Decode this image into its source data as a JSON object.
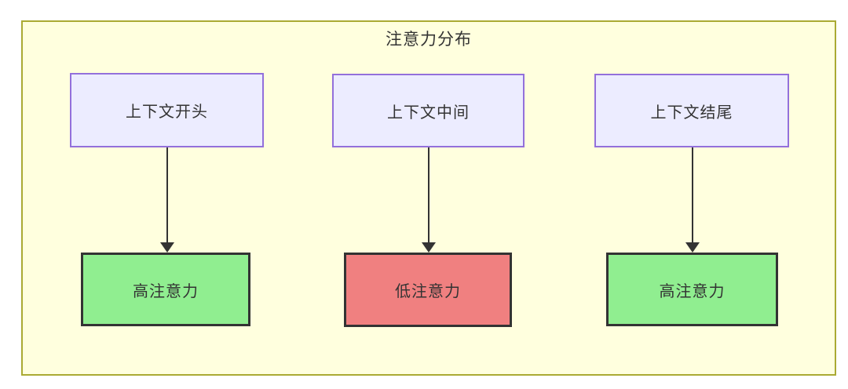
{
  "diagram": {
    "title": "注意力分布",
    "colors": {
      "cluster_background": "#ffffde",
      "cluster_border": "#aaaa33",
      "source_node_background": "#ECECFF",
      "source_node_border": "#9370DB",
      "high_attention_background": "#90EE90",
      "low_attention_background": "#F08080",
      "result_node_border": "#333333",
      "arrow": "#333333",
      "text": "#333333"
    },
    "columns": [
      {
        "source": {
          "label": "上下文开头"
        },
        "target": {
          "label": "高注意力",
          "level": "high",
          "background": "#90EE90"
        }
      },
      {
        "source": {
          "label": "上下文中间"
        },
        "target": {
          "label": "低注意力",
          "level": "low",
          "background": "#F08080"
        }
      },
      {
        "source": {
          "label": "上下文结尾"
        },
        "target": {
          "label": "高注意力",
          "level": "high",
          "background": "#90EE90"
        }
      }
    ]
  }
}
